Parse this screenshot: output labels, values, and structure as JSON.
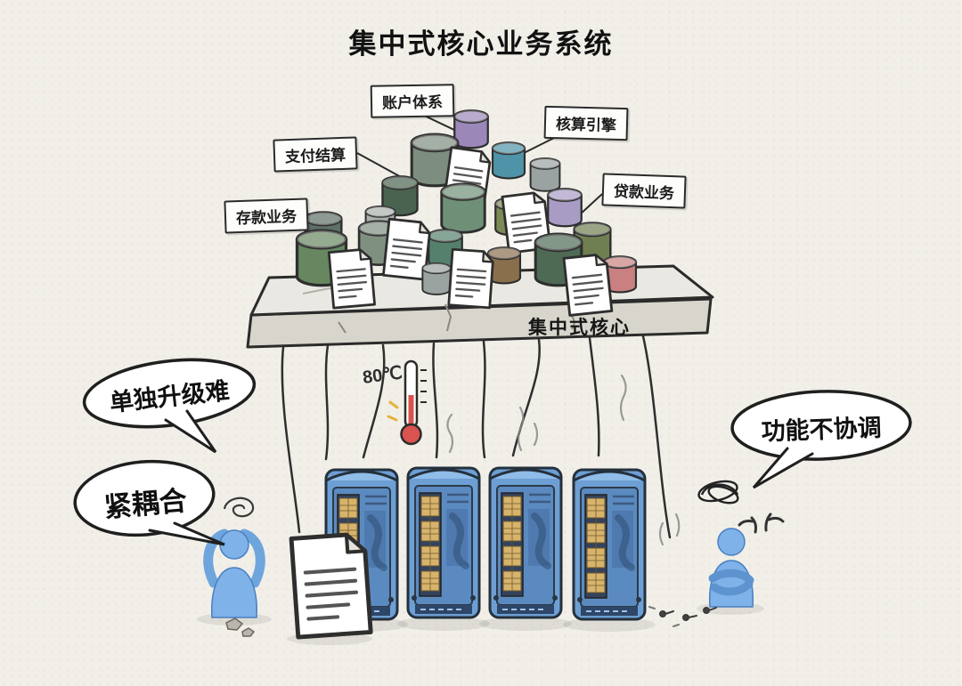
{
  "title": "集中式核心业务系统",
  "module_labels": [
    {
      "id": "deposit",
      "text": "存款业务"
    },
    {
      "id": "payment",
      "text": "支付结算"
    },
    {
      "id": "account",
      "text": "账户体系"
    },
    {
      "id": "accounting",
      "text": "核算引擎"
    },
    {
      "id": "loan",
      "text": "贷款业务"
    }
  ],
  "platform": {
    "label": "集中式核心"
  },
  "thermometer": {
    "reading": "80℃"
  },
  "speech_bubbles": [
    {
      "id": "hard-to-upgrade",
      "text": "单独升级难"
    },
    {
      "id": "tight-coupling",
      "text": "紧耦合"
    },
    {
      "id": "uncoordinated",
      "text": "功能不协调"
    }
  ],
  "icons": {
    "database": "database-cylinder-icon",
    "document": "document-icon",
    "server": "mainframe-server-icon",
    "thermometer": "thermometer-icon",
    "person_left": "person-hands-on-head-icon",
    "person_right": "person-arms-crossed-icon",
    "anger": "anger-mark-icon",
    "scribble": "scribble-icon",
    "spiral": "confusion-spiral-icon"
  },
  "colors": {
    "background": "#f1efe8",
    "ink": "#2b2b2b",
    "platform_top": "#e9e8e2",
    "platform_front": "#d7d5cc",
    "server_blue": "#6d9fd4",
    "person_blue": "#7fb2e8",
    "thermometer_red": "#d9534f",
    "module_yellow": "#d8b36c"
  }
}
